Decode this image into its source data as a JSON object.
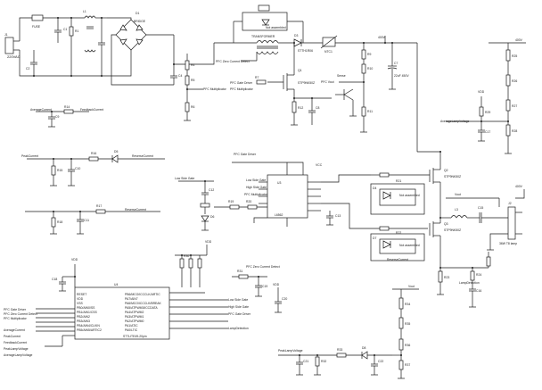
{
  "modules": {
    "ic_controller": {
      "ref": "U3",
      "part": "L6562"
    },
    "ic_mcu": {
      "ref": "U4",
      "part": "ST7LITE49-20pin",
      "pins": [
        "PB6/MCO/ICCCLK/ARTIC",
        "PB5/AIN5/ARTIC2",
        "PB4/AIN4/CLKIN",
        "PB3/AIN3",
        "PB2/AIN2",
        "PB1/AIN1/CSS",
        "PB0/AIN0/SS",
        "PA7/AIN7",
        "PA6/MCO/ICCCLK/BREAK",
        "PA5/ATPWM3/ICCDATA",
        "PA4/ATPWM2",
        "PA3/ATPWM1",
        "PA2/ATPWM0",
        "PA1/ATIC",
        "PA0/LTIC",
        "RESET",
        "VDD",
        "VSS"
      ]
    },
    "bridge": {
      "ref": "D1",
      "part": "BRIDGE"
    },
    "pfc_mosfet": {
      "ref": "Q1",
      "part": "STP9NK50Z"
    },
    "half_bridge_high": {
      "ref": "Q2",
      "part": "STP9NK50Z"
    },
    "half_bridge_low": {
      "ref": "Q3",
      "part": "STP9NK50Z"
    },
    "transformer": {
      "label": "TRANSFORMER"
    },
    "pfc_diode": {
      "ref": "D3",
      "part": "STTH1R06"
    },
    "not_assembled": "Not assembled",
    "fuse": "FUSE",
    "lamp_connector": "J2"
  },
  "nets": {
    "vbus": "400V",
    "vcc": "VCC",
    "vdd": "VDD",
    "pfc_zcd": "PFC Zero Current Detect",
    "pfc_gate": "PFC Gate Driver",
    "pfc_multiplier": "PFC Multiplicator",
    "pfc_vout": "PFC Vout",
    "average_current": "AverageCurrent",
    "feedback_current": "FeedbackCurrent",
    "peak_current": "PeakCurrent",
    "reverse_current": "ReverseCurrent",
    "average_lamp_voltage": "AverageLampVoltage",
    "peak_lamp_voltage": "PeakLampVoltage",
    "low_side_gate": "Low Side Gate",
    "high_side_gate": "High Side Gate",
    "lamp_detection": "LampDetection",
    "vout": "Vout",
    "sense": "Sense"
  },
  "components": {
    "c_pfc_out": "22uF 450V",
    "c_input": "220VAC",
    "lamp": "36W T8 lamp"
  }
}
